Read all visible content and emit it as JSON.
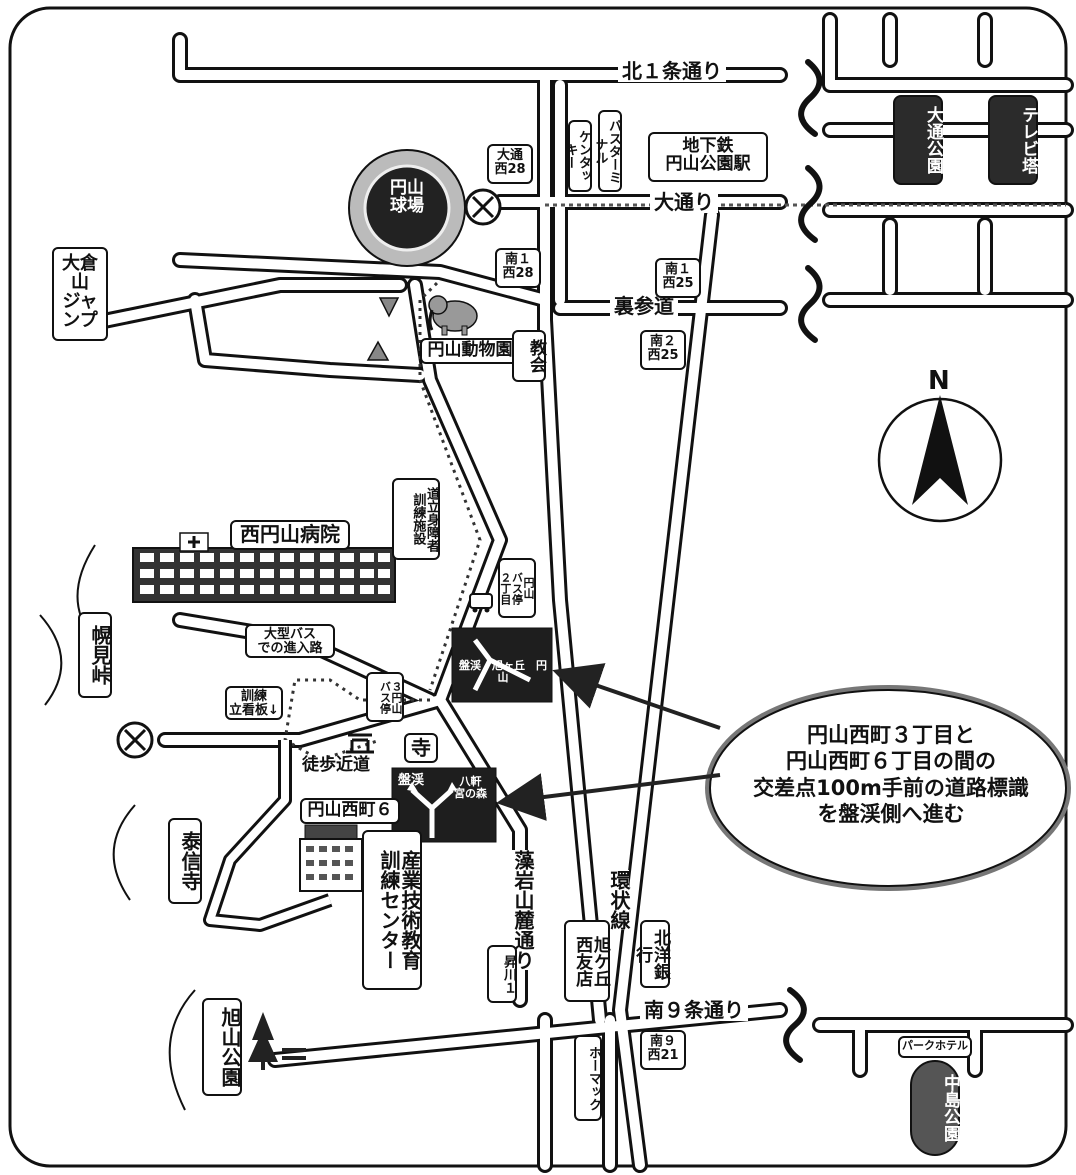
{
  "roads": {
    "kita1jo": "北１条通り",
    "odori": "大通り",
    "urasando": "裏参道",
    "minami9jo": "南９条通り",
    "kanjosen": "環状線",
    "moiwa_sanroku": "藻岩山麓通り",
    "toho_kindo": "徒歩近道"
  },
  "address_tags": {
    "odori_nishi28": "大通\n西28",
    "minami1_nishi28": "南１\n西28",
    "minami1_nishi25": "南１\n西25",
    "minami2_nishi25": "南２\n西25",
    "minami9_nishi21": "南９\n西21",
    "shokawa1": "昇川１"
  },
  "places": {
    "maruyama_kyujo": "円山球場",
    "subway": "地下鉄\n円山公園駅",
    "kentucky": "ケンタッキー",
    "bus_terminal": "バスターミナル",
    "odori_koen": "大通公園",
    "tv_tower": "テレビ塔",
    "okurayama": "大倉山\nジャンプ",
    "zoo": "円山動物園",
    "church": "教会",
    "hokkaido_center": "道立身障者\n訓練施設",
    "nishimaruyama_hospital": "西円山病院",
    "bus2": "円山\nバス停\n２丁目",
    "bus3": "３円山\nバス停",
    "horomitoge": "幌見峠",
    "large_bus_route": "大型バス\nでの進入路",
    "training_sign": "訓練\n立看板↓",
    "tera": "寺",
    "nishi6": "円山西町６",
    "taishinji": "泰信寺",
    "sangyo_center": "産業技術教育\n訓練センター",
    "asahigaoka_store": "旭ケ丘\n西友店",
    "hokuyo_bank": "北洋銀行",
    "asahiyama_koen": "旭山公園",
    "homac": "ホーマック",
    "park_hotel": "パークホテル",
    "nakajima_koen": "中島公園"
  },
  "signs": {
    "sign1_text": "盤渓　旭ヶ丘　円山",
    "sign2_left": "盤渓",
    "sign2_right": "八軒\n宮の森"
  },
  "compass": {
    "label": "N"
  },
  "callout": {
    "line1": "円山西町３丁目と",
    "line2": "円山西町６丁目の間の",
    "line3": "交差点100m手前の道路標識",
    "line4": "を盤渓側へ進む"
  }
}
